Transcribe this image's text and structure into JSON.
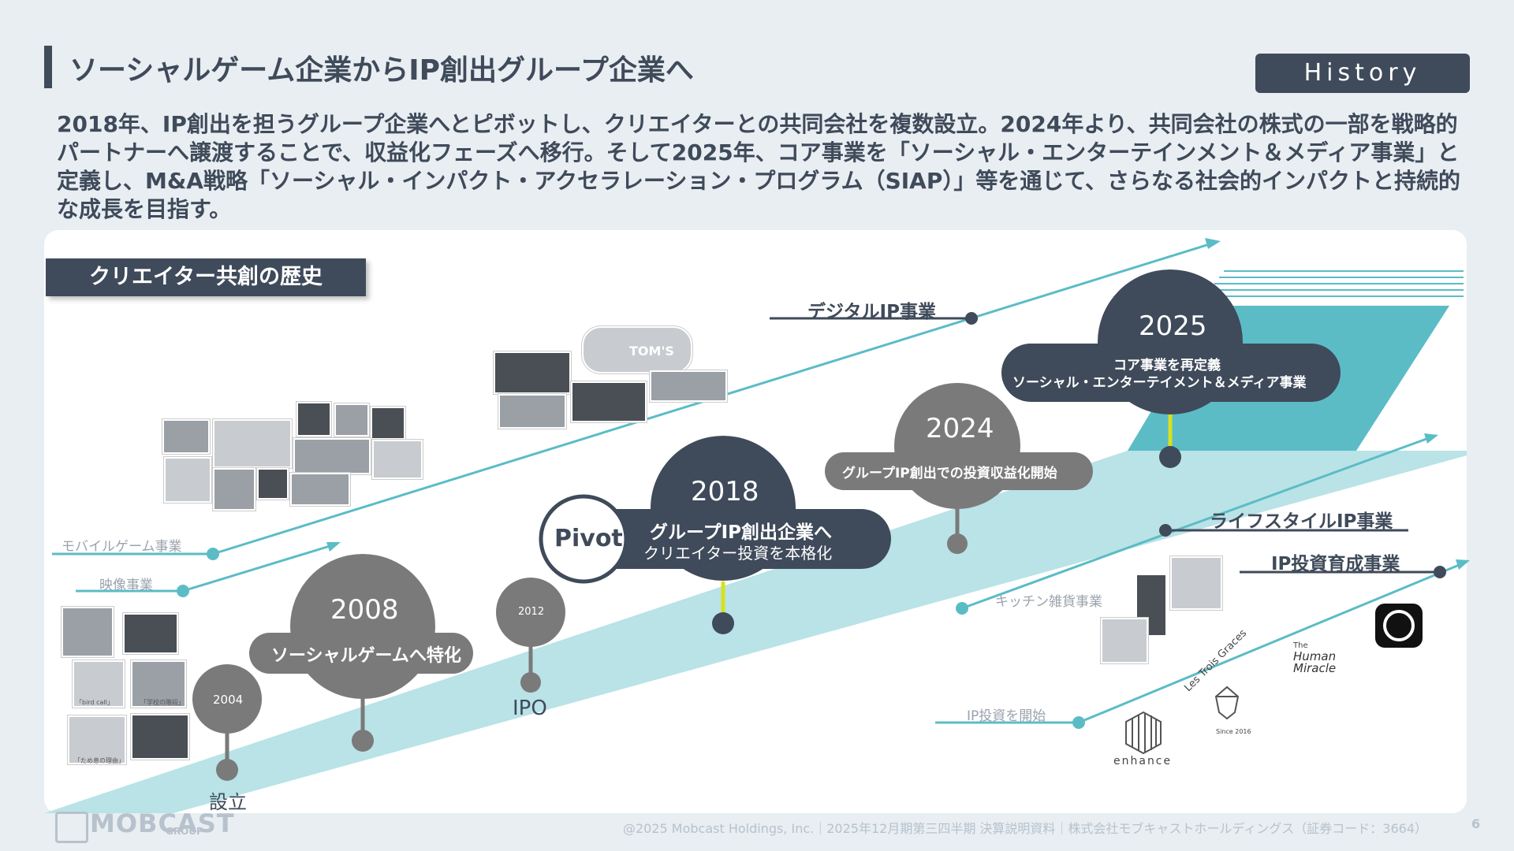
{
  "header": {
    "title": "ソーシャルゲーム企業からIP創出グループ企業へ",
    "badge": "History"
  },
  "description": "2018年、IP創出を担うグループ企業へとピボットし、クリエイターとの共同会社を複数設立。2024年より、共同会社の株式の一部を戦略的パートナーへ譲渡することで、収益化フェーズへ移行。そして2025年、コア事業を「ソーシャル・エンターテインメント＆メディア事業」と定義し、M&A戦略「ソーシャル・インパクト・アクセラレーション・プログラム（SIAP）」等を通じて、さらなる社会的インパクトと持続的な成長を目指す。",
  "section_label": "クリエイター共創の歴史",
  "milestones": {
    "y2004": {
      "year": "2004",
      "caption": "設立"
    },
    "y2008": {
      "year": "2008",
      "caption": "ソーシャルゲームへ特化"
    },
    "y2012": {
      "year": "2012",
      "caption": "IPO"
    },
    "y2018": {
      "year": "2018",
      "pivot": "Pivot",
      "line1": "グループIP創出企業へ",
      "line2": "クリエイター投資を本格化"
    },
    "y2024": {
      "year": "2024",
      "caption": "グループIP創出での投資収益化開始"
    },
    "y2025": {
      "year": "2025",
      "line1": "コア事業を再定義",
      "line2": "ソーシャル・エンターテイメント＆メディア事業"
    }
  },
  "business_lines": {
    "mobile_game": "モバイルゲーム事業",
    "video": "映像事業",
    "digital_ip": "デジタルIP事業",
    "kitchen": "キッチン雑貨事業",
    "lifestyle_ip": "ライフスタイルIP事業",
    "ip_invest_start": "IP投資を開始",
    "ip_invest_grow": "IP投資育成事業"
  },
  "photo_captions": {
    "c1": "「bird call」",
    "c2": "「学校の階段」",
    "c3": "「ため息の理由」"
  },
  "brand_marks": {
    "enhance": "enhance",
    "trois": "Les Trois Graces",
    "trois_since": "Since 2016",
    "human": "Human Miracle",
    "human_the": "The",
    "toms": "TOM'S"
  },
  "footer": {
    "text": "@2025 Mobcast Holdings, Inc.｜2025年12月期第三四半期 決算説明資料｜株式会社モブキャストホールディングス（証券コード：3664）",
    "page": "6",
    "logo": "MOBCAST",
    "logo_sub": "GROUP"
  },
  "colors": {
    "navy": "#3f4a5a",
    "teal": "#5bbcc6",
    "teal_light": "#b9e3e6",
    "gray_circle": "#7a7a7a",
    "yellow": "#d7e01f"
  }
}
